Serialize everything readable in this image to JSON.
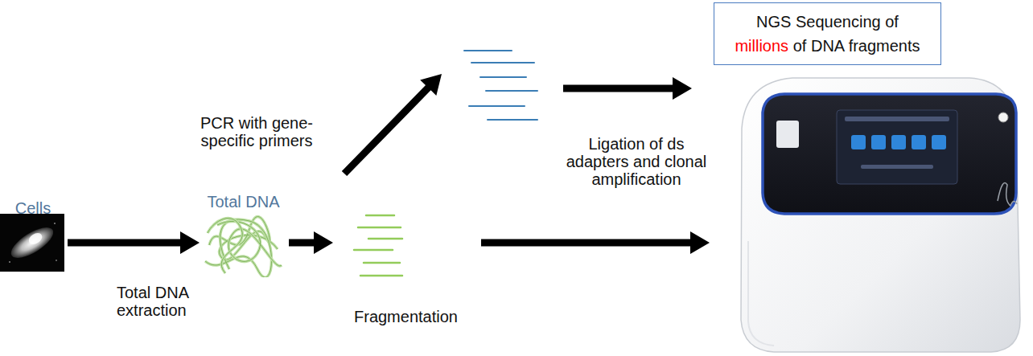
{
  "diagram": {
    "nodes": [
      {
        "text": [
          "Cells"
        ]
      },
      {
        "text": [
          "Total DNA"
        ]
      },
      {
        "text": [
          "NGS Sequencing of millions of DNA fragments"
        ]
      }
    ],
    "edges": [
      {
        "from": 0,
        "to": 1,
        "arrow": "to",
        "label": "Total DNA extraction"
      }
    ],
    "labels": [
      "PCR with gene-specific primers",
      "Fragmentation",
      "Ligation of ds adapters and clonal amplification"
    ]
  }
}
